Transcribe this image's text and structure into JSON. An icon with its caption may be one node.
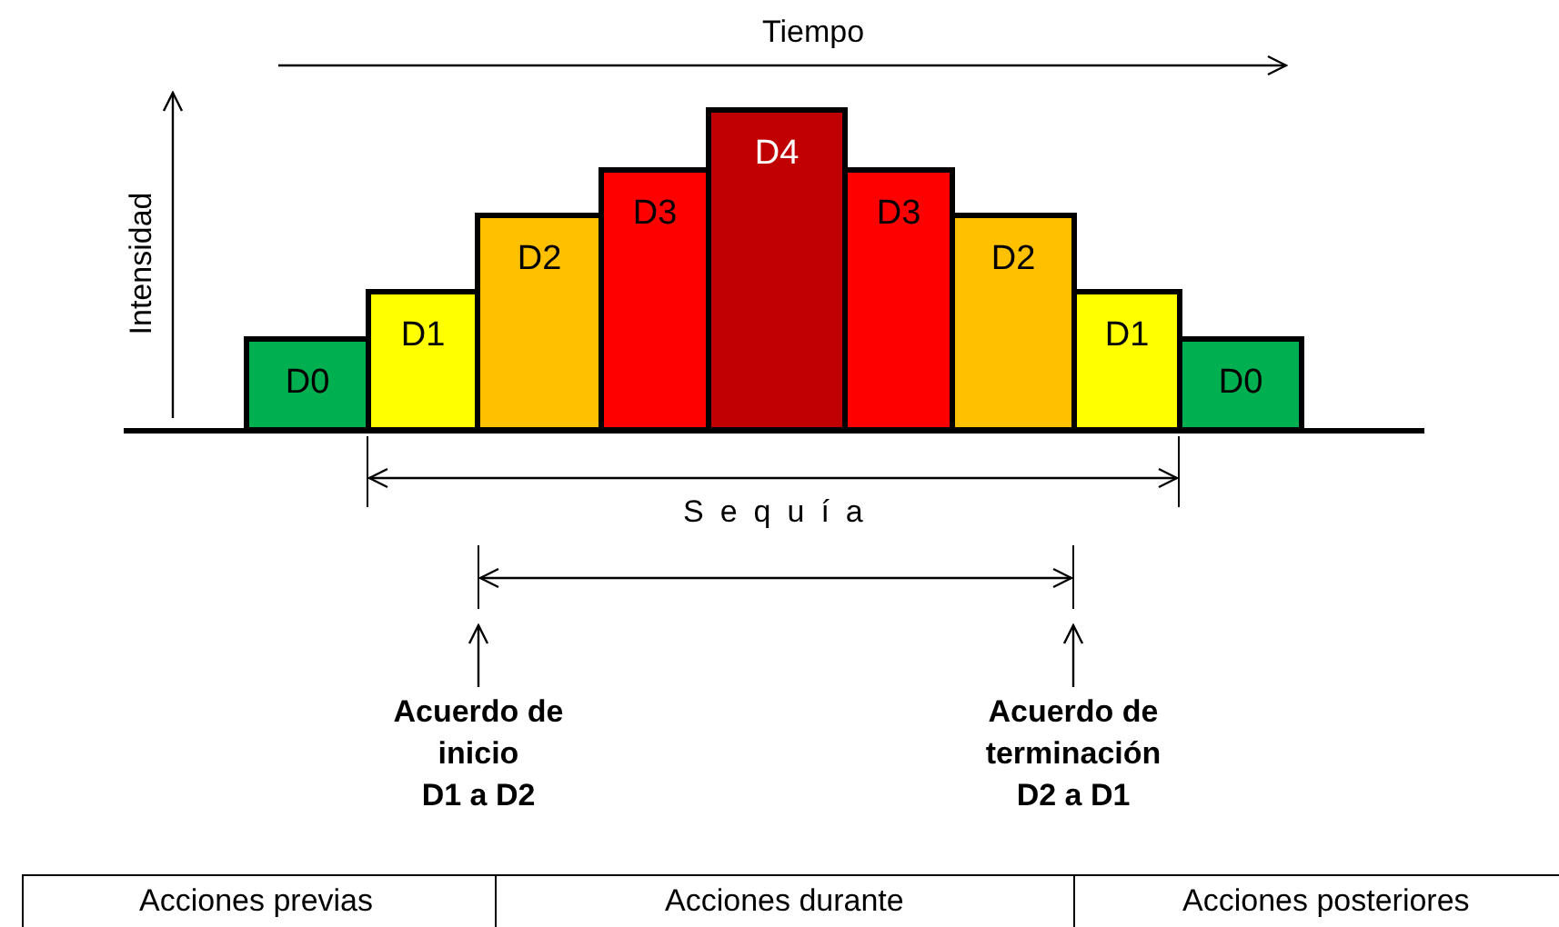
{
  "diagram": {
    "nodes": [
      {
        "text": [
          "D0"
        ]
      },
      {
        "text": [
          "D1"
        ]
      },
      {
        "text": [
          "D2"
        ]
      },
      {
        "text": [
          "D3"
        ]
      },
      {
        "text": [
          "D4"
        ]
      },
      {
        "text": [
          "D3"
        ]
      },
      {
        "text": [
          "D2"
        ]
      },
      {
        "text": [
          "D1"
        ]
      },
      {
        "text": [
          "D0"
        ]
      },
      {
        "text": [
          "Acuerdo de inicio",
          "D1 a D2"
        ]
      },
      {
        "text": [
          "Acuerdo de terminación",
          "D2 a D1"
        ]
      }
    ],
    "edges": [
      {
        "from": 9,
        "to": null,
        "arrow": "to"
      },
      {
        "from": 10,
        "to": null,
        "arrow": "to"
      }
    ],
    "labels": [
      "Tiempo",
      "Intensidad",
      "Sequía",
      "Acciones previas",
      "Acciones durante",
      "Acciones posteriores"
    ]
  }
}
